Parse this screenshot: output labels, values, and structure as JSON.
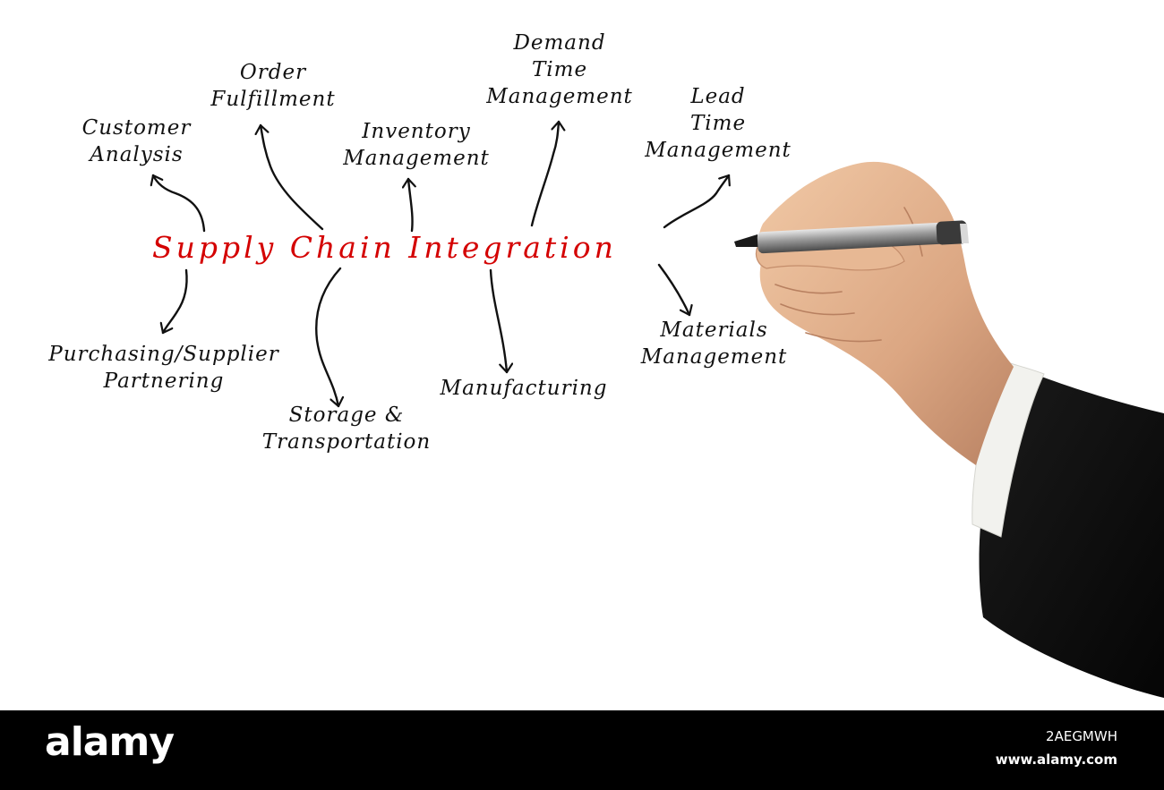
{
  "diagram": {
    "center_title": "Supply Chain Integration",
    "center_title_color": "#d40000",
    "ink_color": "#111111",
    "nodes": [
      {
        "id": "customer",
        "lines": [
          "Customer",
          "Analysis"
        ]
      },
      {
        "id": "order",
        "lines": [
          "Order",
          "Fulfillment"
        ]
      },
      {
        "id": "inventory",
        "lines": [
          "Inventory",
          "Management"
        ]
      },
      {
        "id": "demand",
        "lines": [
          "Demand",
          "Time",
          "Management"
        ]
      },
      {
        "id": "lead",
        "lines": [
          "Lead",
          "Time",
          "Management"
        ]
      },
      {
        "id": "purchasing",
        "lines": [
          "Purchasing/Supplier",
          "Partnering"
        ]
      },
      {
        "id": "storage",
        "lines": [
          "Storage &",
          "Transportation"
        ]
      },
      {
        "id": "manufacturing",
        "lines": [
          "Manufacturing"
        ]
      },
      {
        "id": "materials",
        "lines": [
          "Materials",
          "Management"
        ]
      }
    ],
    "edges": [
      {
        "from": "center",
        "to": "customer"
      },
      {
        "from": "center",
        "to": "order"
      },
      {
        "from": "center",
        "to": "inventory"
      },
      {
        "from": "center",
        "to": "demand"
      },
      {
        "from": "center",
        "to": "lead"
      },
      {
        "from": "center",
        "to": "purchasing"
      },
      {
        "from": "center",
        "to": "storage"
      },
      {
        "from": "center",
        "to": "manufacturing"
      },
      {
        "from": "center",
        "to": "materials"
      }
    ]
  },
  "watermark": {
    "brand": "alamy",
    "image_id": "2AEGMWH",
    "site": "www.alamy.com"
  }
}
